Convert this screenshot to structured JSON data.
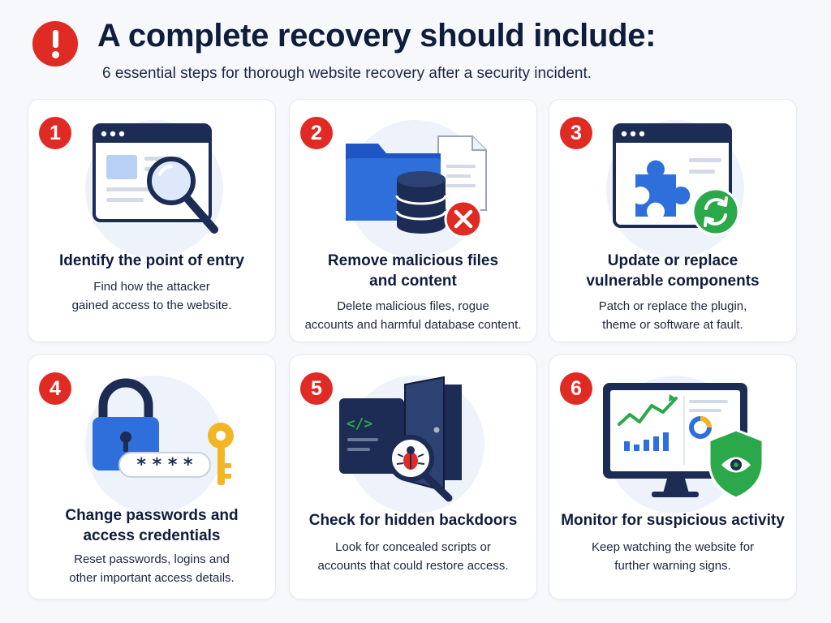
{
  "header": {
    "icon": "alert-exclamation-icon",
    "title": "A complete recovery should include:",
    "subtitle": "6 essential steps for thorough website recovery after a security incident."
  },
  "colors": {
    "accent_red": "#e02b25",
    "navy": "#0f1d3d",
    "brand_blue": "#2f6fdb",
    "success_green": "#2aa84a",
    "gold": "#f2b623"
  },
  "steps": [
    {
      "number": "1",
      "icon": "browser-magnifier-icon",
      "title_lines": [
        "Identify the point of entry"
      ],
      "desc_lines": [
        "Find how the attacker",
        "gained access to the website."
      ]
    },
    {
      "number": "2",
      "icon": "folder-database-delete-icon",
      "title_lines": [
        "Remove malicious files",
        "and content"
      ],
      "desc_lines": [
        "Delete malicious files, rogue",
        "accounts and harmful database content."
      ]
    },
    {
      "number": "3",
      "icon": "browser-puzzle-refresh-icon",
      "title_lines": [
        "Update or replace",
        "vulnerable components"
      ],
      "desc_lines": [
        "Patch or replace the plugin,",
        "theme or software at fault."
      ]
    },
    {
      "number": "4",
      "icon": "padlock-password-key-icon",
      "title_lines": [
        "Change passwords and",
        "access credentials"
      ],
      "desc_lines": [
        "Reset passwords, logins and",
        "other important access details."
      ],
      "password_mask": "* * * *"
    },
    {
      "number": "5",
      "icon": "code-door-bug-magnifier-icon",
      "title_lines": [
        "Check for hidden backdoors"
      ],
      "desc_lines": [
        "Look for concealed scripts or",
        "accounts that could restore access."
      ],
      "code_glyph": "</>"
    },
    {
      "number": "6",
      "icon": "monitor-chart-shield-eye-icon",
      "title_lines": [
        "Monitor for suspicious activity"
      ],
      "desc_lines": [
        "Keep watching the website for",
        "further warning signs."
      ]
    }
  ]
}
